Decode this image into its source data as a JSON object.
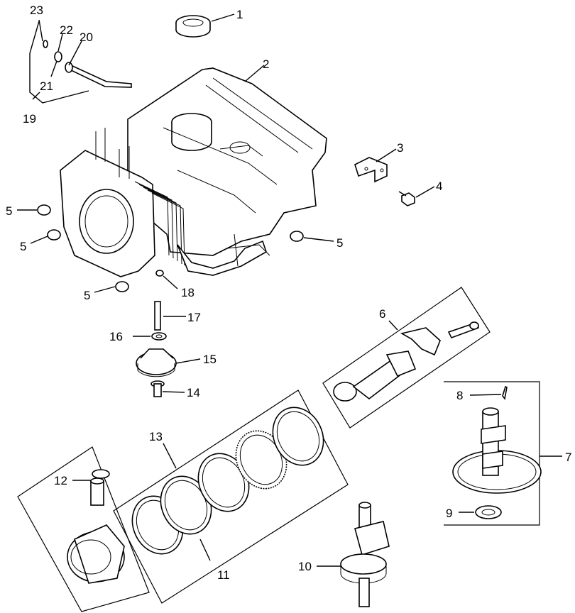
{
  "callouts": [
    {
      "id": "c1",
      "text": "1"
    },
    {
      "id": "c2",
      "text": "2"
    },
    {
      "id": "c3",
      "text": "3"
    },
    {
      "id": "c4",
      "text": "4"
    },
    {
      "id": "c5a",
      "text": "5"
    },
    {
      "id": "c5b",
      "text": "5"
    },
    {
      "id": "c5c",
      "text": "5"
    },
    {
      "id": "c5d",
      "text": "5"
    },
    {
      "id": "c6",
      "text": "6"
    },
    {
      "id": "c7",
      "text": "7"
    },
    {
      "id": "c8",
      "text": "8"
    },
    {
      "id": "c9",
      "text": "9"
    },
    {
      "id": "c10",
      "text": "10"
    },
    {
      "id": "c11",
      "text": "11"
    },
    {
      "id": "c12",
      "text": "12"
    },
    {
      "id": "c13",
      "text": "13"
    },
    {
      "id": "c14",
      "text": "14"
    },
    {
      "id": "c15",
      "text": "15"
    },
    {
      "id": "c16",
      "text": "16"
    },
    {
      "id": "c17",
      "text": "17"
    },
    {
      "id": "c18",
      "text": "18"
    },
    {
      "id": "c19",
      "text": "19"
    },
    {
      "id": "c20",
      "text": "20"
    },
    {
      "id": "c21",
      "text": "21"
    },
    {
      "id": "c22",
      "text": "22"
    },
    {
      "id": "c23",
      "text": "23"
    }
  ]
}
